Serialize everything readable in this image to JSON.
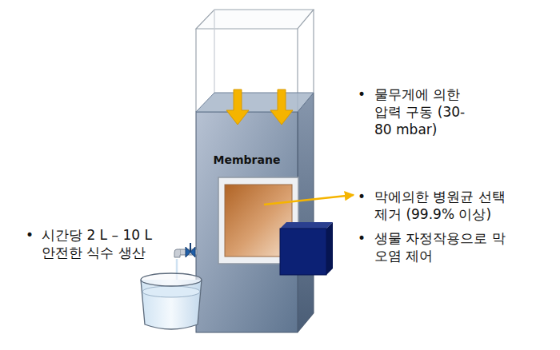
{
  "diagram": {
    "nodes": [
      {
        "text": [
          "Membrane"
        ]
      }
    ],
    "labels": [
      "•",
      "물무게에 의한 압력 구동 (30-80 mbar)",
      "•",
      "막에의한 병원균 선택 제거 (99.9% 이상)",
      "•",
      "생물 자정작용으로 막 오염 제어",
      "•",
      "시간당 2 L – 10 L 안전한 식수 생산"
    ]
  }
}
